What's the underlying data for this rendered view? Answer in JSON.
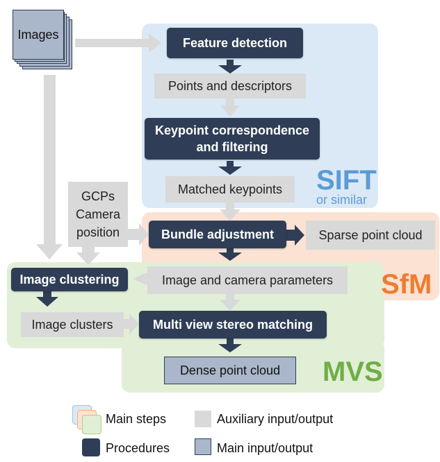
{
  "diagram": {
    "images": "Images",
    "feature_detection": "Feature detection",
    "points_descriptors": "Points and descriptors",
    "keypoint_correspondence": "Keypoint correspondence and filtering",
    "matched_keypoints": "Matched keypoints",
    "sift_label": "SIFT",
    "sift_sub": "or similar",
    "gcps": "GCPs Camera position",
    "bundle_adjustment": "Bundle adjustment",
    "sparse_cloud": "Sparse point cloud",
    "image_camera_params": "Image and camera parameters",
    "sfm_label": "SfM",
    "image_clustering": "Image clustering",
    "image_clusters": "Image clusters",
    "mvs_matching": "Multi view stereo matching",
    "dense_cloud": "Dense point cloud",
    "mvs_label": "MVS"
  },
  "legend": {
    "main_steps": "Main steps",
    "auxiliary": "Auxiliary input/output",
    "procedures": "Procedures",
    "main_io": "Main input/output"
  },
  "colors": {
    "sift_region": "#dbe9f6",
    "sfm_region": "#fbe2d3",
    "mvs_region": "#e1efd6",
    "procedure": "#2f3e56",
    "auxiliary": "#d9d9d9",
    "main_io": "#aab6ca",
    "sift_text": "#5b9bd5",
    "sfm_text": "#ed7d31",
    "mvs_text": "#70ad47"
  }
}
